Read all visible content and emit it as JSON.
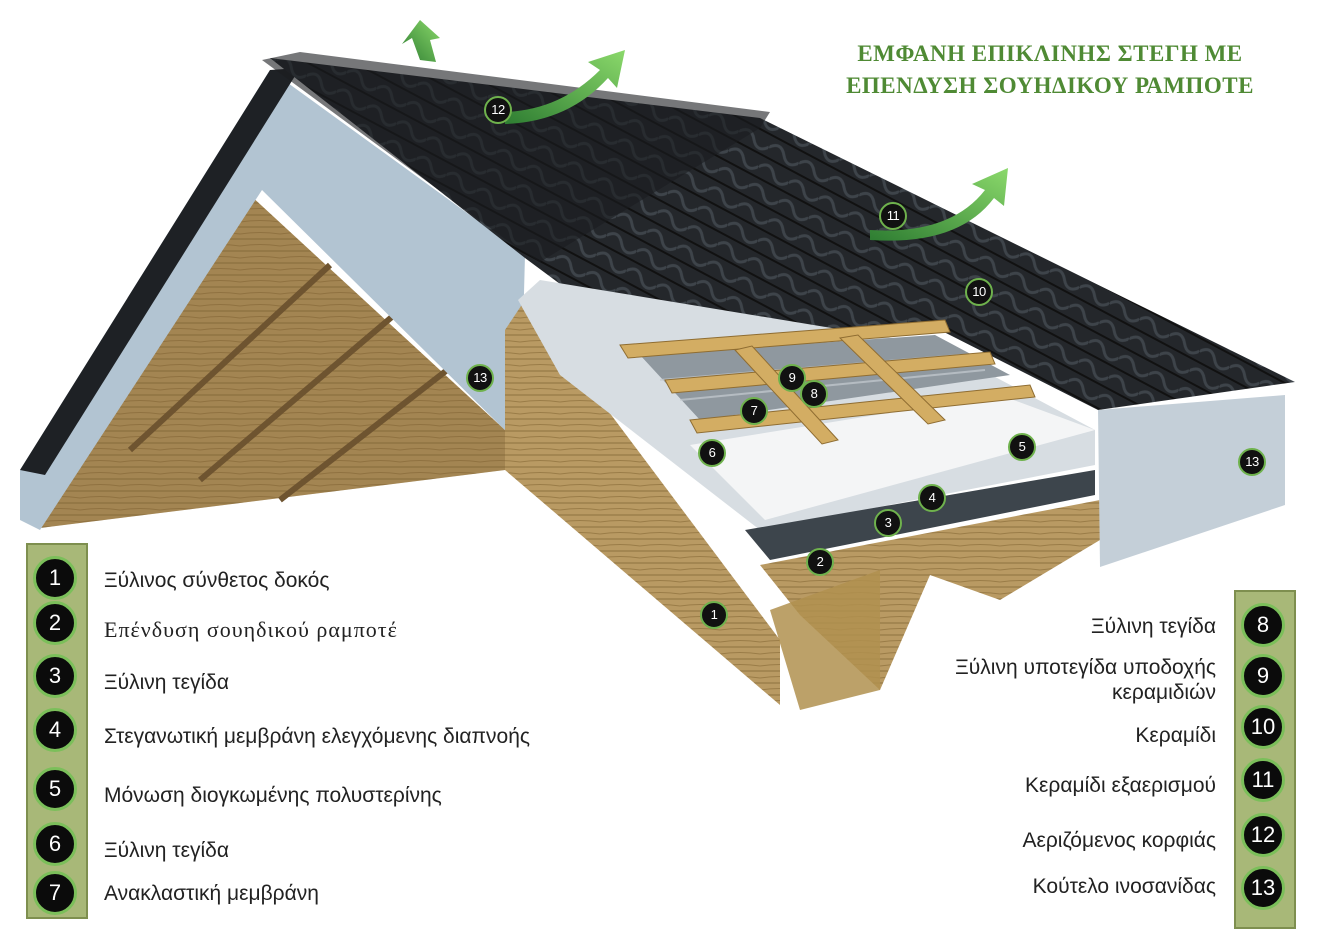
{
  "title": {
    "line1": "ΕΜΦΑΝΗ ΕΠΙΚΛΙΝΗΣ ΣΤΕΓΗ ΜΕ",
    "line2": "ΕΠΕΝΔΥΣΗ ΣΟΥΗΔΙΚΟΥ ΡΑΜΠΟΤΕ"
  },
  "colors": {
    "accent_green": "#4f8a34",
    "legend_panel": "#a8b878",
    "roof_tiles": "#1f2226",
    "fascia_board": "#b7c8d4",
    "timber": "#c9a66b",
    "insulation": "#f2f2f2",
    "membrane": "#3b4248"
  },
  "icons": [
    "vent-arrow-icon"
  ],
  "legend_left": [
    {
      "num": "1",
      "label": "Ξύλινος σύνθετος δοκός"
    },
    {
      "num": "2",
      "label": "Επένδυση σουηδικού ραμποτέ"
    },
    {
      "num": "3",
      "label": "Ξύλινη τεγίδα"
    },
    {
      "num": "4",
      "label": "Στεγανωτική μεμβράνη ελεγχόμενης διαπνοής"
    },
    {
      "num": "5",
      "label": "Μόνωση διογκωμένης πολυστερίνης"
    },
    {
      "num": "6",
      "label": "Ξύλινη τεγίδα"
    },
    {
      "num": "7",
      "label": "Ανακλαστική μεμβράνη"
    }
  ],
  "legend_right": [
    {
      "num": "8",
      "label": "Ξύλινη τεγίδα"
    },
    {
      "num": "9",
      "label_line1": "Ξύλινη υποτεγίδα υποδοχής",
      "label_line2": "κεραμιδιών"
    },
    {
      "num": "10",
      "label": "Κεραμίδι"
    },
    {
      "num": "11",
      "label": "Κεραμίδι εξαερισμού"
    },
    {
      "num": "12",
      "label": "Αεριζόμενος κορφιάς"
    },
    {
      "num": "13",
      "label": "Κούτελο ινοσανίδας"
    }
  ],
  "markers": [
    "12",
    "11",
    "10",
    "13",
    "9",
    "8",
    "7",
    "6",
    "5",
    "4",
    "3",
    "2",
    "1",
    "13"
  ]
}
